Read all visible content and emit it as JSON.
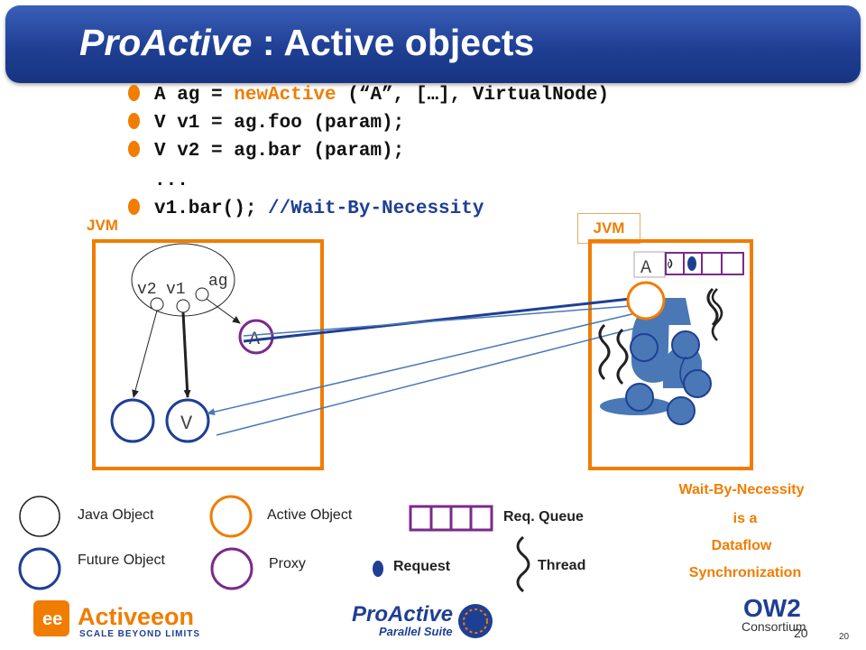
{
  "slide": {
    "title_main": "ProActive",
    "title_rest": " : Active objects",
    "page_number": "20",
    "page_number_small": "20"
  },
  "code": [
    {
      "pre": "A ag = ",
      "kw": "newActive",
      "post": " (“A”, […], VirtualNode)",
      "bullet": true
    },
    {
      "pre": "V v1 = ag.foo (param);",
      "kw": "",
      "post": "",
      "bullet": true
    },
    {
      "pre": "V v2 = ag.bar (param);",
      "kw": "",
      "post": "",
      "bullet": true
    },
    {
      "pre": "...",
      "kw": "",
      "post": "",
      "bullet": false
    },
    {
      "pre": "v1.bar(); ",
      "kw": "",
      "post": "//Wait-By-Necessity",
      "bullet": true
    }
  ],
  "diagram": {
    "jvm_left_label": "JVM",
    "jvm_right_label": "JVM",
    "node_v2": "v2",
    "node_v1": "v1",
    "node_ag": "ag",
    "proxy_label": "A",
    "future_label": "V",
    "active_label": "A"
  },
  "legend": {
    "java_object": "Java Object",
    "future_object": "Future Object",
    "active_object": "Active Object",
    "proxy": "Proxy",
    "req_queue": "Req. Queue",
    "request": "Request",
    "thread": "Thread"
  },
  "note": {
    "line1": "Wait-By-Necessity",
    "line2": "is a",
    "line3": "Dataflow",
    "line4": "Synchronization"
  },
  "logos": {
    "activeeon_name": "Activeeon",
    "activeeon_tagline": "SCALE BEYOND LIMITS",
    "proactive_name": "ProActive",
    "proactive_tagline": "Parallel Suite",
    "ow2_name": "OW2",
    "ow2_tagline": "Consortium"
  },
  "colors": {
    "orange": "#f07d00",
    "navy": "#1f3f94",
    "purple": "#7a2a8c",
    "blue": "#4a78b6"
  }
}
